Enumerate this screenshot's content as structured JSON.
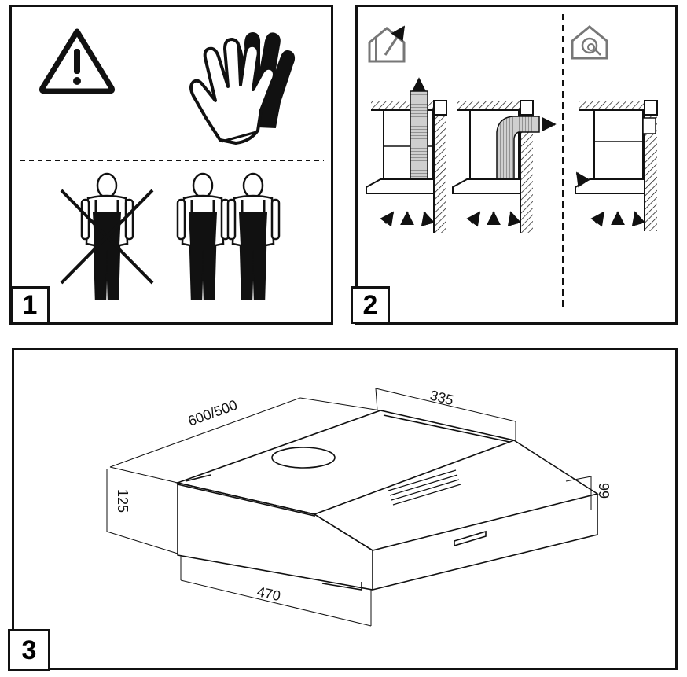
{
  "panels": [
    {
      "number": "1"
    },
    {
      "number": "2"
    },
    {
      "number": "3"
    }
  ],
  "dimensions": {
    "width": "600/500",
    "depth": "335",
    "front_height": "125",
    "front_depth": "470",
    "side_height": "99"
  },
  "icons": {
    "warning": "warning-triangle-icon",
    "gloves": "gloves-icon",
    "workers": "two-person-icon",
    "extraction": "extraction-mode-icon",
    "recirculation": "recirculation-mode-icon"
  }
}
